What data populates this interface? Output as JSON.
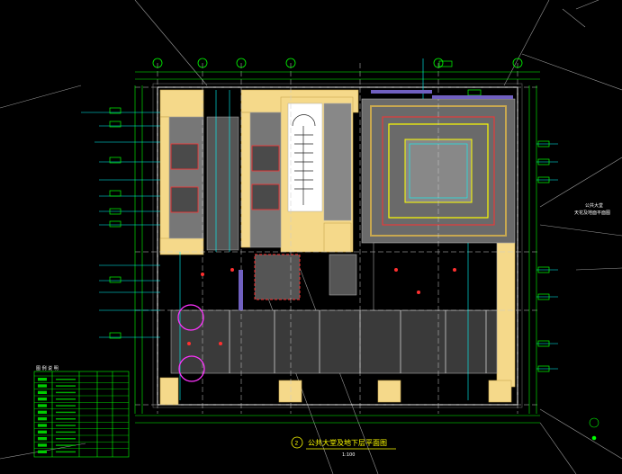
{
  "drawing": {
    "title": "公共大堂及地下层平面图",
    "title_number": "2",
    "title_color": "#ffff00",
    "side_note_line1": "公共大堂",
    "side_note_line2": "天花及地面平面图",
    "scale_label": "1:100"
  },
  "colors": {
    "background": "#000000",
    "wall_fill": "#f5d98a",
    "dim_lines": "#00ff00",
    "leaders": "#00ffff",
    "grid_axes": "#ffffff",
    "accent_red": "#ff3030",
    "magenta": "#ff33ff",
    "floor_gray": "#3a3a3a",
    "ceiling_gray": "#5a5a5a"
  },
  "legend": {
    "title": "图 例 说 明",
    "rows": [
      "",
      "",
      "",
      "",
      "",
      "",
      "",
      "",
      "",
      "",
      "",
      ""
    ]
  }
}
